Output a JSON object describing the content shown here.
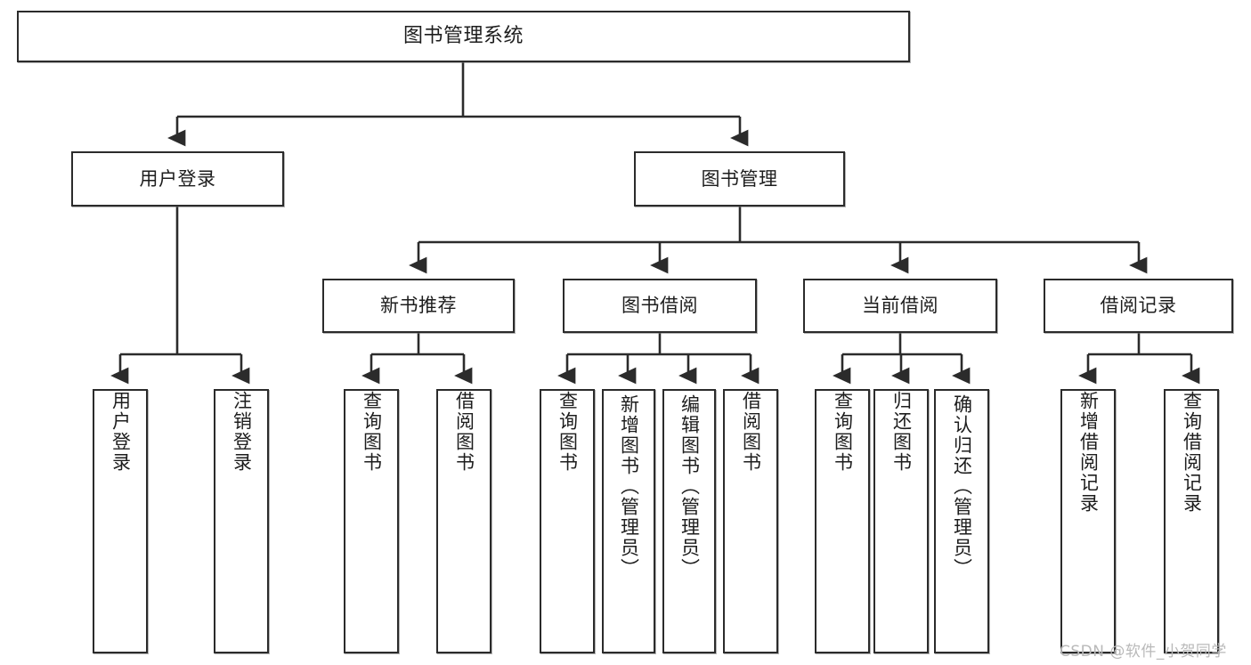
{
  "diagram": {
    "title": "图书管理系统",
    "type": "tree-hierarchy",
    "watermark": "CSDN @软件_小贺同学",
    "colors": {
      "box_border": "#2b2b2b",
      "box_fill": "#ffffff",
      "edge": "#2b2b2b",
      "text": "#1d1d1d",
      "watermark": "#b9b9b9"
    },
    "levels": {
      "level0": [
        "图书管理系统"
      ],
      "level1": [
        "用户登录",
        "图书管理"
      ],
      "level2": [
        "新书推荐",
        "图书借阅",
        "当前借阅",
        "借阅记录"
      ],
      "level3": [
        "用户登录",
        "注销登录",
        "查询图书",
        "借阅图书",
        "查询图书",
        "新增图书（管理员）",
        "编辑图书（管理员）",
        "借阅图书",
        "查询图书",
        "归还图书",
        "确认归还（管理员）",
        "新增借阅记录",
        "查询借阅记录"
      ]
    },
    "nodes": [
      {
        "id": "root",
        "label": "图书管理系统",
        "orient": "horizontal"
      },
      {
        "id": "l1a",
        "label": "用户登录",
        "orient": "horizontal"
      },
      {
        "id": "l1b",
        "label": "图书管理",
        "orient": "horizontal"
      },
      {
        "id": "l2a",
        "label": "新书推荐",
        "orient": "horizontal"
      },
      {
        "id": "l2b",
        "label": "图书借阅",
        "orient": "horizontal"
      },
      {
        "id": "l2c",
        "label": "当前借阅",
        "orient": "horizontal"
      },
      {
        "id": "l2d",
        "label": "借阅记录",
        "orient": "horizontal"
      },
      {
        "id": "l3a1",
        "label": "用户登录",
        "orient": "vertical"
      },
      {
        "id": "l3a2",
        "label": "注销登录",
        "orient": "vertical"
      },
      {
        "id": "l3b1",
        "label": "查询图书",
        "orient": "vertical"
      },
      {
        "id": "l3b2",
        "label": "借阅图书",
        "orient": "vertical"
      },
      {
        "id": "l3c1",
        "label": "查询图书",
        "orient": "vertical"
      },
      {
        "id": "l3c2",
        "label": "新增图书（管理员）",
        "orient": "vertical"
      },
      {
        "id": "l3c3",
        "label": "编辑图书（管理员）",
        "orient": "vertical"
      },
      {
        "id": "l3c4",
        "label": "借阅图书",
        "orient": "vertical"
      },
      {
        "id": "l3d1",
        "label": "查询图书",
        "orient": "vertical"
      },
      {
        "id": "l3d2",
        "label": "归还图书",
        "orient": "vertical"
      },
      {
        "id": "l3d3",
        "label": "确认归还（管理员）",
        "orient": "vertical"
      },
      {
        "id": "l3e1",
        "label": "新增借阅记录",
        "orient": "vertical"
      },
      {
        "id": "l3e2",
        "label": "查询借阅记录",
        "orient": "vertical"
      }
    ],
    "edges": [
      {
        "from": "root",
        "to": "l1a"
      },
      {
        "from": "root",
        "to": "l1b"
      },
      {
        "from": "l1b",
        "to": "l2a"
      },
      {
        "from": "l1b",
        "to": "l2b"
      },
      {
        "from": "l1b",
        "to": "l2c"
      },
      {
        "from": "l1b",
        "to": "l2d"
      },
      {
        "from": "l1a",
        "to": "l3a1"
      },
      {
        "from": "l1a",
        "to": "l3a2"
      },
      {
        "from": "l2a",
        "to": "l3b1"
      },
      {
        "from": "l2a",
        "to": "l3b2"
      },
      {
        "from": "l2b",
        "to": "l3c1"
      },
      {
        "from": "l2b",
        "to": "l3c2"
      },
      {
        "from": "l2b",
        "to": "l3c3"
      },
      {
        "from": "l2b",
        "to": "l3c4"
      },
      {
        "from": "l2c",
        "to": "l3d1"
      },
      {
        "from": "l2c",
        "to": "l3d2"
      },
      {
        "from": "l2c",
        "to": "l3d3"
      },
      {
        "from": "l2d",
        "to": "l3e1"
      },
      {
        "from": "l2d",
        "to": "l3e2"
      }
    ]
  }
}
